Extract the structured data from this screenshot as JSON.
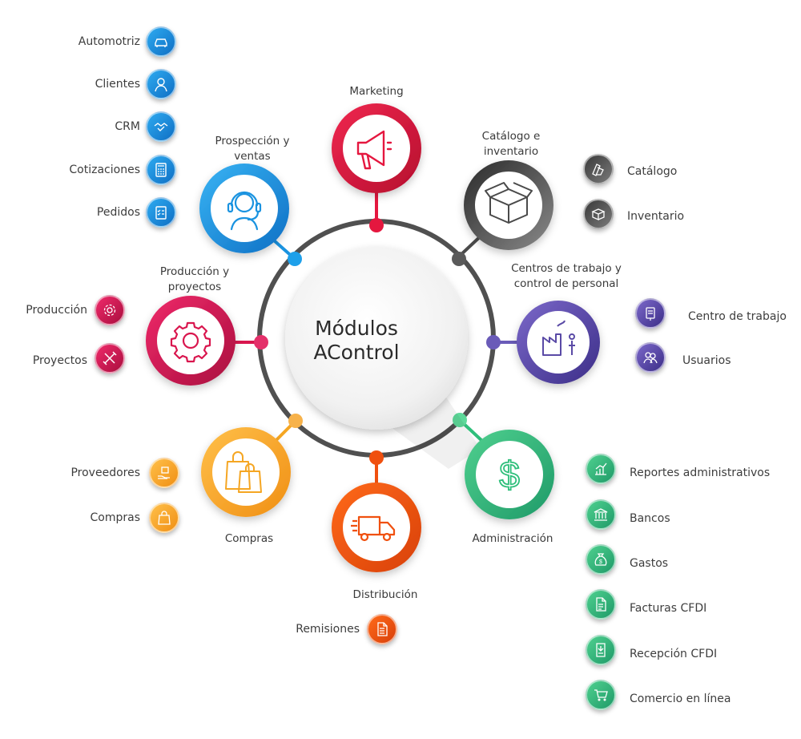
{
  "center": {
    "line1": "Módulos",
    "line2": "AControl"
  },
  "modules": {
    "marketing": {
      "label": "Marketing",
      "color": "#e5173f",
      "icon": "megaphone-icon"
    },
    "catalogo": {
      "line1": "Catálogo e",
      "line2": "inventario",
      "color": "#4a4a4a",
      "icon": "box-icon"
    },
    "centros": {
      "line1": "Centros de trabajo y",
      "line2": "control de personal",
      "color": "#5a4aa6",
      "icon": "factory-icon"
    },
    "administracion": {
      "label": "Administración",
      "color": "#2fbf7b",
      "icon": "dollar-icon"
    },
    "distribucion": {
      "label": "Distribución",
      "color": "#f0500f",
      "icon": "truck-icon"
    },
    "compras": {
      "label": "Compras",
      "color": "#f5a623",
      "icon": "shopping-bags-icon"
    },
    "produccion": {
      "line1": "Producción y",
      "line2": "proyectos",
      "color": "#d9164e",
      "icon": "gear-icon"
    },
    "prospeccion": {
      "line1": "Prospección y",
      "line2": "ventas",
      "color": "#1a93e0",
      "icon": "headset-icon"
    }
  },
  "submodules": {
    "prospeccion": [
      {
        "label": "Automotriz",
        "icon": "car-icon"
      },
      {
        "label": "Clientes",
        "icon": "person-icon"
      },
      {
        "label": "CRM",
        "icon": "handshake-icon"
      },
      {
        "label": "Cotizaciones",
        "icon": "calculator-icon"
      },
      {
        "label": "Pedidos",
        "icon": "checklist-icon"
      }
    ],
    "catalogo": [
      {
        "label": "Catálogo",
        "icon": "swatch-icon"
      },
      {
        "label": "Inventario",
        "icon": "box-icon"
      }
    ],
    "centros": [
      {
        "label": "Centro de trabajo",
        "icon": "badge-icon"
      },
      {
        "label": "Usuarios",
        "icon": "users-icon"
      }
    ],
    "produccion": [
      {
        "label": "Producción",
        "icon": "gear-icon"
      },
      {
        "label": "Proyectos",
        "icon": "tools-icon"
      }
    ],
    "compras": [
      {
        "label": "Proveedores",
        "icon": "hand-box-icon"
      },
      {
        "label": "Compras",
        "icon": "bag-icon"
      }
    ],
    "distribucion": [
      {
        "label": "Remisiones",
        "icon": "document-icon"
      }
    ],
    "administracion": [
      {
        "label": "Reportes administrativos",
        "icon": "chart-icon"
      },
      {
        "label": "Bancos",
        "icon": "bank-icon"
      },
      {
        "label": "Gastos",
        "icon": "money-bag-icon"
      },
      {
        "label": "Facturas CFDI",
        "icon": "invoice-icon"
      },
      {
        "label": "Recepción CFDI",
        "icon": "receipt-download-icon"
      },
      {
        "label": "Comercio en línea",
        "icon": "cart-icon"
      }
    ]
  }
}
